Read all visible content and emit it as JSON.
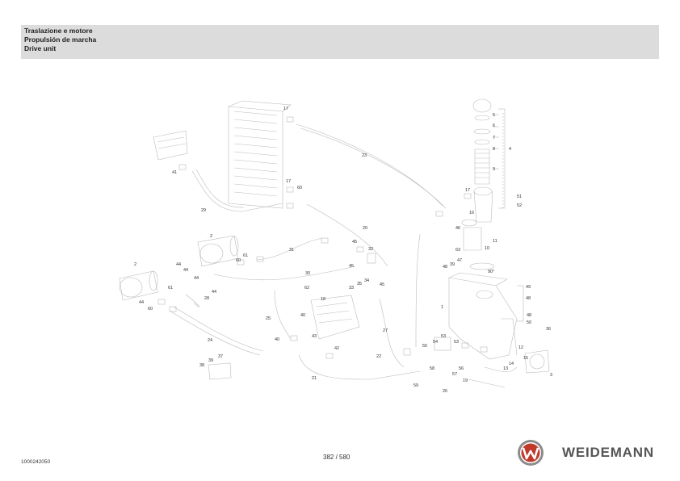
{
  "header": {
    "lines": [
      "Traslazione e motore",
      "Propulsión de marcha",
      "Drive unit"
    ]
  },
  "diagram": {
    "callouts": [
      {
        "id": "c1",
        "label": "17"
      },
      {
        "id": "c2",
        "label": "5"
      },
      {
        "id": "c3",
        "label": "6"
      },
      {
        "id": "c4",
        "label": "7"
      },
      {
        "id": "c5",
        "label": "8"
      },
      {
        "id": "c6",
        "label": "9"
      },
      {
        "id": "c7",
        "label": "4"
      },
      {
        "id": "c8",
        "label": "23"
      },
      {
        "id": "c9",
        "label": "41"
      },
      {
        "id": "c10",
        "label": "17"
      },
      {
        "id": "c11",
        "label": "60"
      },
      {
        "id": "c12",
        "label": "17"
      },
      {
        "id": "c13",
        "label": "51"
      },
      {
        "id": "c14",
        "label": "52"
      },
      {
        "id": "c15",
        "label": "16"
      },
      {
        "id": "c16",
        "label": "29"
      },
      {
        "id": "c17",
        "label": "20"
      },
      {
        "id": "c18",
        "label": "46"
      },
      {
        "id": "c19",
        "label": "11"
      },
      {
        "id": "c20",
        "label": "10"
      },
      {
        "id": "c21",
        "label": "63"
      },
      {
        "id": "c22",
        "label": "2"
      },
      {
        "id": "c23",
        "label": "31"
      },
      {
        "id": "c24",
        "label": "45"
      },
      {
        "id": "c25",
        "label": "32"
      },
      {
        "id": "c26",
        "label": "61"
      },
      {
        "id": "c27",
        "label": "60"
      },
      {
        "id": "c28",
        "label": "44"
      },
      {
        "id": "c29",
        "label": "45"
      },
      {
        "id": "c30",
        "label": "47"
      },
      {
        "id": "c31",
        "label": "39"
      },
      {
        "id": "c32",
        "label": "48"
      },
      {
        "id": "c33",
        "label": "2"
      },
      {
        "id": "c34",
        "label": "44"
      },
      {
        "id": "c35",
        "label": "30"
      },
      {
        "id": "c36",
        "label": "90°"
      },
      {
        "id": "c37",
        "label": "44"
      },
      {
        "id": "c38",
        "label": "34"
      },
      {
        "id": "c39",
        "label": "35"
      },
      {
        "id": "c40",
        "label": "33"
      },
      {
        "id": "c41",
        "label": "45"
      },
      {
        "id": "c42",
        "label": "62"
      },
      {
        "id": "c43",
        "label": "49"
      },
      {
        "id": "c44",
        "label": "61"
      },
      {
        "id": "c45",
        "label": "44"
      },
      {
        "id": "c46",
        "label": "28"
      },
      {
        "id": "c47",
        "label": "18"
      },
      {
        "id": "c48",
        "label": "48"
      },
      {
        "id": "c49",
        "label": "44"
      },
      {
        "id": "c50",
        "label": "60"
      },
      {
        "id": "c51",
        "label": "1"
      },
      {
        "id": "c52",
        "label": "40"
      },
      {
        "id": "c53",
        "label": "25"
      },
      {
        "id": "c54",
        "label": "48"
      },
      {
        "id": "c55",
        "label": "50"
      },
      {
        "id": "c56",
        "label": "27"
      },
      {
        "id": "c57",
        "label": "43"
      },
      {
        "id": "c58",
        "label": "36"
      },
      {
        "id": "c59",
        "label": "53"
      },
      {
        "id": "c60",
        "label": "24"
      },
      {
        "id": "c61",
        "label": "40"
      },
      {
        "id": "c62",
        "label": "54"
      },
      {
        "id": "c63",
        "label": "53"
      },
      {
        "id": "c64",
        "label": "42"
      },
      {
        "id": "c65",
        "label": "55"
      },
      {
        "id": "c66",
        "label": "12"
      },
      {
        "id": "c67",
        "label": "37"
      },
      {
        "id": "c68",
        "label": "22"
      },
      {
        "id": "c69",
        "label": "39"
      },
      {
        "id": "c70",
        "label": "15"
      },
      {
        "id": "c71",
        "label": "38"
      },
      {
        "id": "c72",
        "label": "58"
      },
      {
        "id": "c73",
        "label": "56"
      },
      {
        "id": "c74",
        "label": "14"
      },
      {
        "id": "c75",
        "label": "57"
      },
      {
        "id": "c76",
        "label": "13"
      },
      {
        "id": "c77",
        "label": "21"
      },
      {
        "id": "c78",
        "label": "19"
      },
      {
        "id": "c79",
        "label": "3"
      },
      {
        "id": "c80",
        "label": "59"
      },
      {
        "id": "c81",
        "label": "26"
      }
    ]
  },
  "footer": {
    "doc_number": "1000242050",
    "page": "382 / 580",
    "brand": "WEIDEMANN"
  },
  "colors": {
    "header_bg": "#dcdcdc",
    "logo_red": "#c0392b",
    "brand_gray": "#555555"
  }
}
